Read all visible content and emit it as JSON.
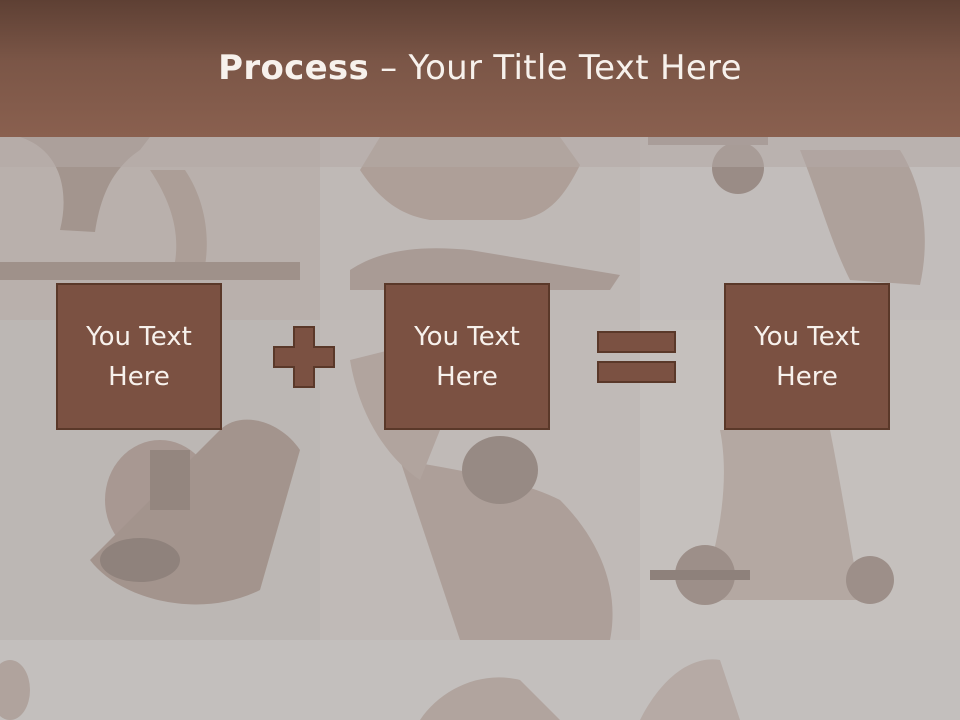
{
  "title": {
    "bold": "Process",
    "rest": " – Your Title Text Here"
  },
  "boxes": [
    {
      "line1": "You Text",
      "line2": "Here"
    },
    {
      "line1": "You Text",
      "line2": "Here"
    },
    {
      "line1": "You Text",
      "line2": "Here"
    }
  ],
  "operators": [
    "plus-icon",
    "equals-icon"
  ],
  "colors": {
    "title_bar": "#7b5647",
    "box_fill": "#7b5142",
    "box_border": "#5a3829",
    "text": "#f7f1ec",
    "background": "#c4c1bf"
  }
}
